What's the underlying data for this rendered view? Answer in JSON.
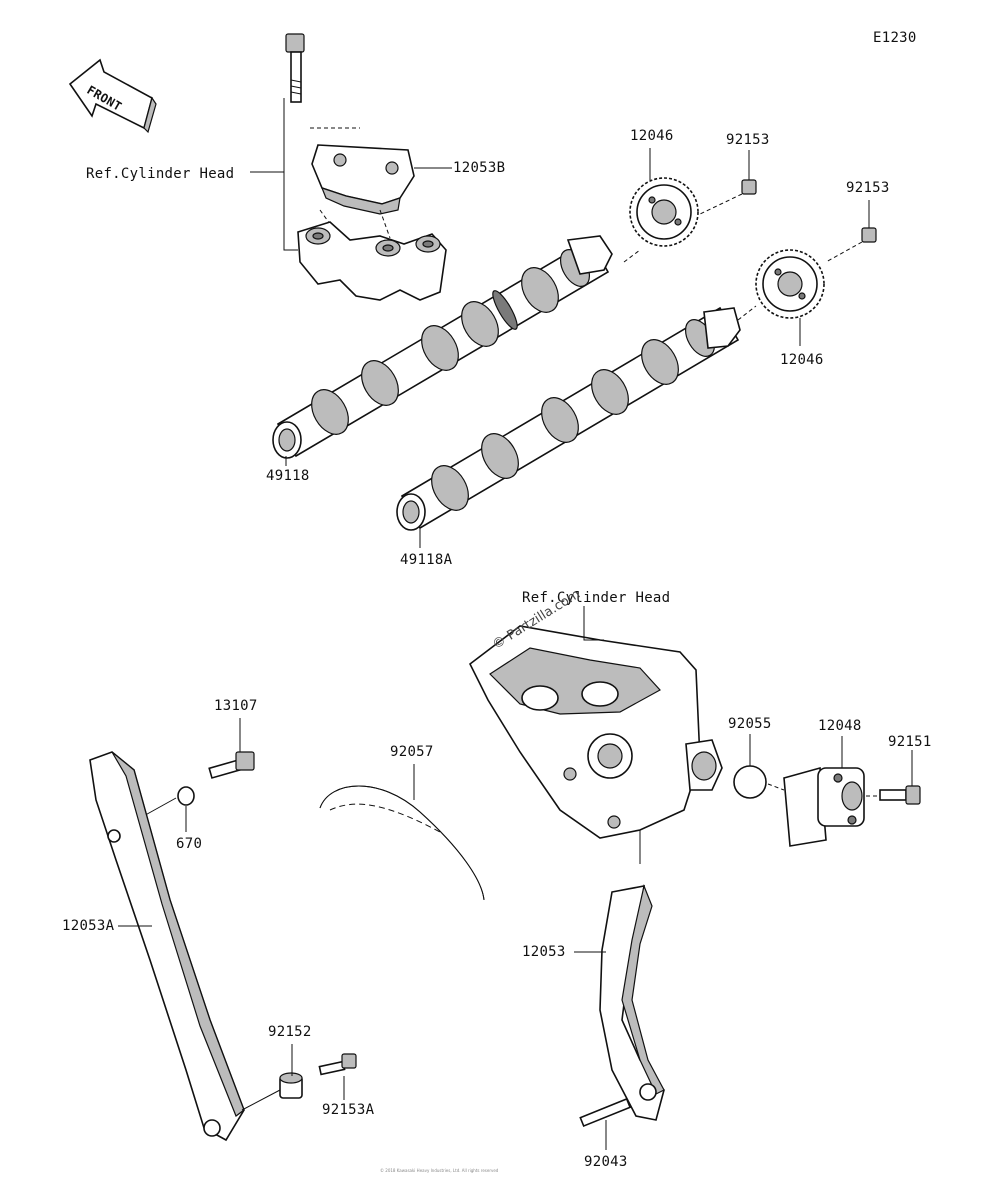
{
  "diagram_id": "E1230",
  "front_arrow_text": "FRONT",
  "watermark": "© Partzilla.com",
  "labels": {
    "ref_cylinder_head_top": "Ref.Cylinder Head",
    "ref_cylinder_head_mid": "Ref.Cylinder Head",
    "p12053B": "12053B",
    "p12046_top": "12046",
    "p92153_a": "92153",
    "p92153_b": "92153",
    "p12046_right": "12046",
    "p49118": "49118",
    "p49118A": "49118A",
    "p13107": "13107",
    "p670": "670",
    "p92057": "92057",
    "p92055": "92055",
    "p12048": "12048",
    "p92151": "92151",
    "p12053A": "12053A",
    "p12053": "12053",
    "p92152": "92152",
    "p92153A": "92153A",
    "p92043": "92043"
  },
  "footer_note": "© 2018 Kawasaki Heavy Industries, Ltd. All rights reserved"
}
